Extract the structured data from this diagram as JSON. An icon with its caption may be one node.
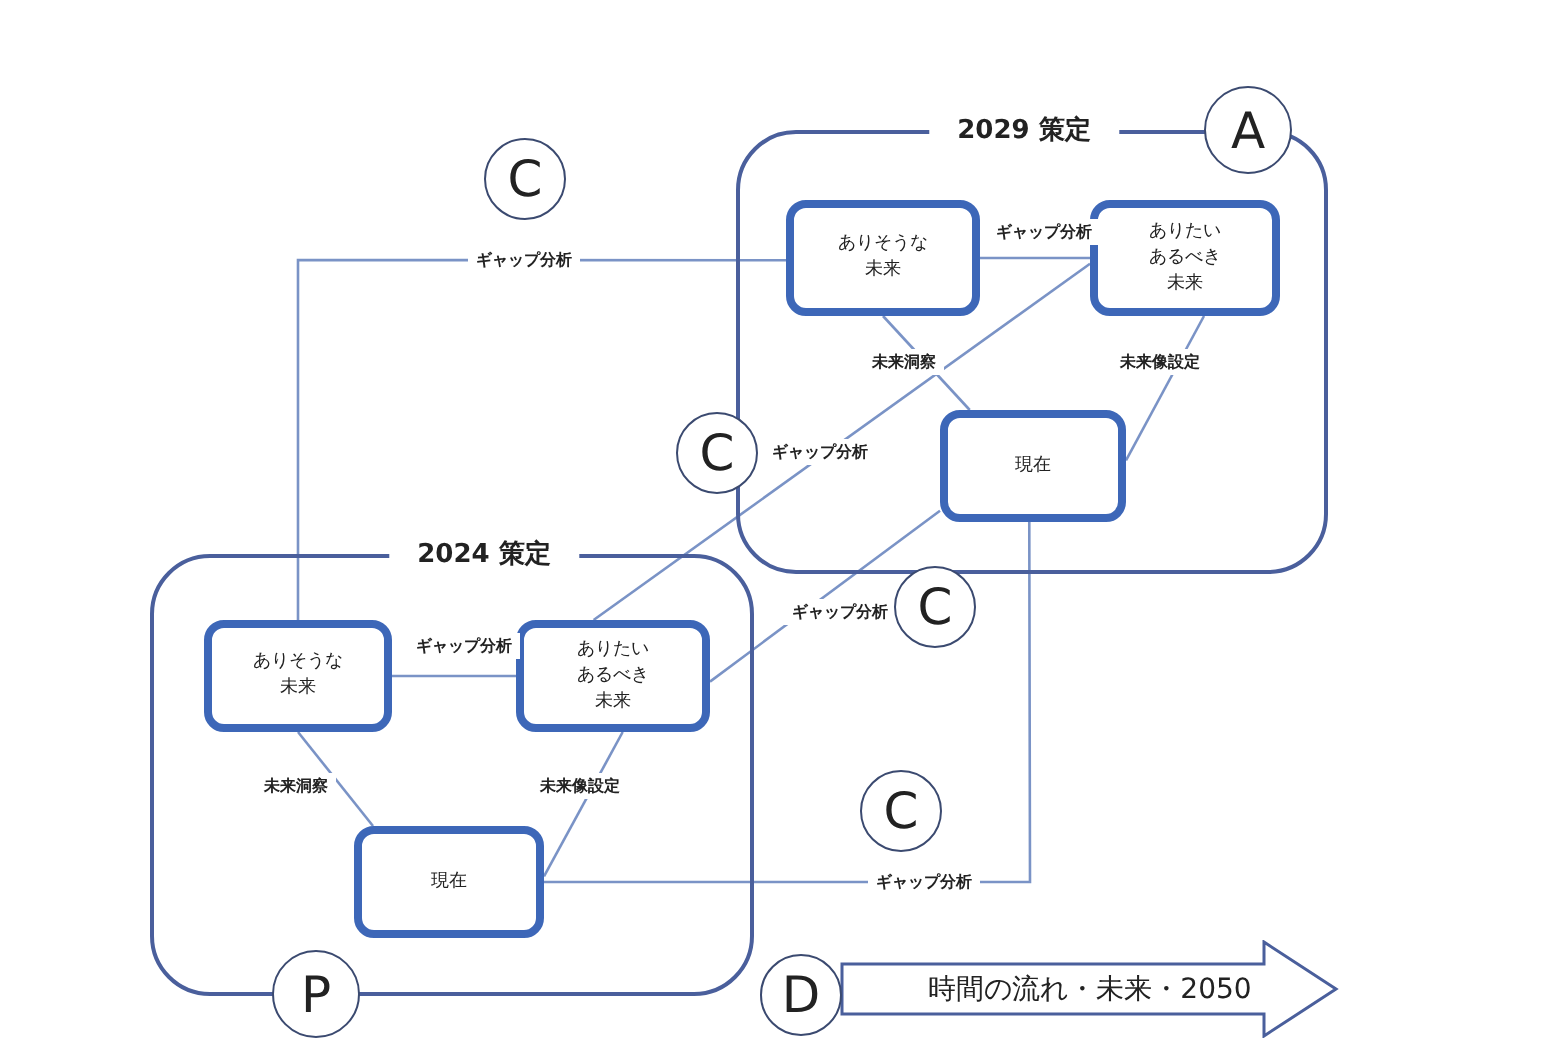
{
  "diagram": {
    "nodes": [
      {
        "text": [
          "2029 策定"
        ]
      },
      {
        "text": [
          "ありそうな未来"
        ],
        "in": 0
      },
      {
        "text": [
          "ありたいあるべき未来"
        ],
        "in": 0
      },
      {
        "text": [
          "現在"
        ],
        "in": 0
      },
      {
        "text": [
          "2024 策定"
        ]
      },
      {
        "text": [
          "ありそうな未来"
        ],
        "in": 4
      },
      {
        "text": [
          "ありたいあるべき未来"
        ],
        "in": 4
      },
      {
        "text": [
          "現在"
        ],
        "in": 4
      },
      {
        "text": [
          "A"
        ]
      },
      {
        "text": [
          "P"
        ]
      },
      {
        "text": [
          "C"
        ]
      },
      {
        "text": [
          "C"
        ]
      },
      {
        "text": [
          "C"
        ]
      },
      {
        "text": [
          "C"
        ]
      },
      {
        "text": [
          "D"
        ]
      },
      {
        "text": [
          "時間の流れ・未来・2050"
        ]
      }
    ],
    "edges": [
      {
        "from": 1,
        "to": 2,
        "arrow": "none",
        "label": "ギャップ分析"
      },
      {
        "from": 1,
        "to": 3,
        "arrow": "none",
        "label": "未来洞察"
      },
      {
        "from": 2,
        "to": 3,
        "arrow": "none",
        "label": "未来像設定"
      },
      {
        "from": 5,
        "to": 6,
        "arrow": "none",
        "label": "ギャップ分析"
      },
      {
        "from": 5,
        "to": 7,
        "arrow": "none",
        "label": "未来洞察"
      },
      {
        "from": 6,
        "to": 7,
        "arrow": "none",
        "label": "未来像設定"
      },
      {
        "from": 5,
        "to": 1,
        "arrow": "none",
        "label": "ギャップ分析"
      },
      {
        "from": 6,
        "to": 2,
        "arrow": "none",
        "label": "ギャップ分析"
      },
      {
        "from": 6,
        "to": 3,
        "arrow": "none",
        "label": "ギャップ分析"
      },
      {
        "from": 7,
        "to": 3,
        "arrow": "none",
        "label": "ギャップ分析"
      }
    ]
  }
}
